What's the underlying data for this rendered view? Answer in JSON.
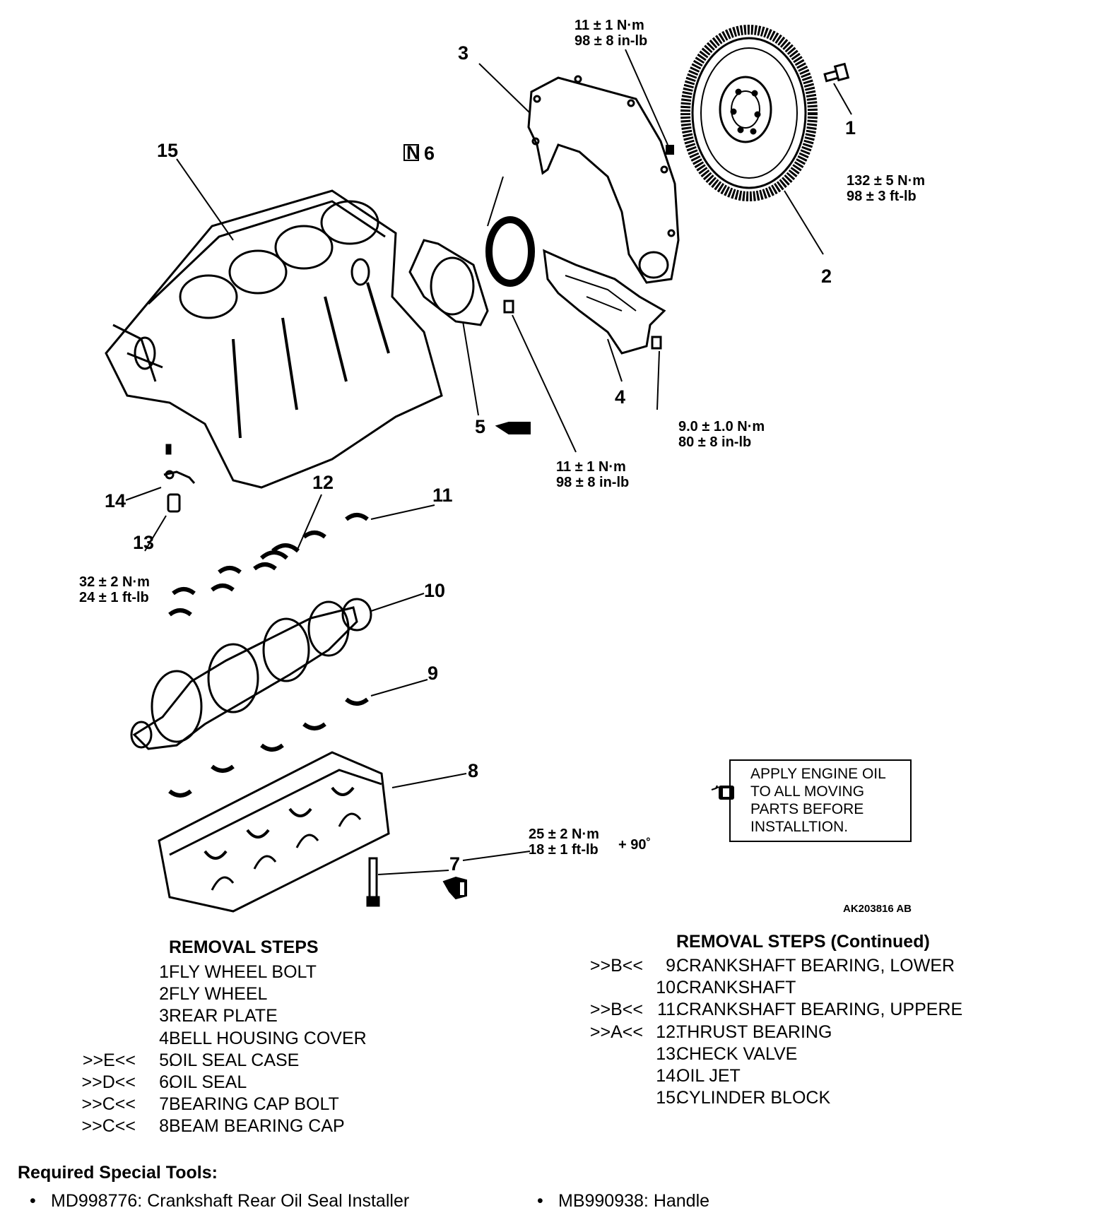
{
  "diagram": {
    "callouts": [
      "1",
      "2",
      "3",
      "4",
      "5",
      "6",
      "7",
      "8",
      "9",
      "10",
      "11",
      "12",
      "13",
      "14",
      "15"
    ],
    "new_part_marker": "N",
    "torque_specs": {
      "flywheel_bolt": [
        "132 ± 5 N·m",
        "98 ± 3 ft-lb"
      ],
      "rear_plate_bolt": [
        "11 ± 1 N·m",
        "98 ± 8 in-lb"
      ],
      "oil_seal_case_bolt": [
        "11 ± 1 N·m",
        "98 ± 8 in-lb"
      ],
      "bell_housing_bolt": [
        "9.0 ± 1.0 N·m",
        "80 ± 8 in-lb"
      ],
      "check_valve": [
        "32 ± 2 N·m",
        "24 ± 1 ft-lb"
      ],
      "bearing_cap_bolt": [
        "25 ± 2 N·m",
        "18 ± 1 ft-lb",
        "+ 90˚"
      ]
    },
    "note": [
      "APPLY ENGINE OIL",
      "TO ALL MOVING",
      "PARTS BEFORE",
      "INSTALLTION."
    ],
    "figure_ref": "AK203816 AB"
  },
  "removal_steps": {
    "title": "REMOVAL STEPS",
    "items": [
      {
        "mark": "",
        "num": "1.",
        "label": "FLY WHEEL BOLT"
      },
      {
        "mark": "",
        "num": "2.",
        "label": "FLY WHEEL"
      },
      {
        "mark": "",
        "num": "3.",
        "label": "REAR PLATE"
      },
      {
        "mark": "",
        "num": "4.",
        "label": "BELL HOUSING COVER"
      },
      {
        "mark": ">>E<<",
        "num": "5.",
        "label": "OIL SEAL CASE"
      },
      {
        "mark": ">>D<<",
        "num": "6.",
        "label": "OIL SEAL"
      },
      {
        "mark": ">>C<<",
        "num": "7.",
        "label": "BEARING CAP BOLT"
      },
      {
        "mark": ">>C<<",
        "num": "8.",
        "label": "BEAM BEARING CAP"
      }
    ]
  },
  "removal_steps_continued": {
    "title": "REMOVAL STEPS (Continued)",
    "items": [
      {
        "mark": ">>B<<",
        "num": "9.",
        "label": "CRANKSHAFT BEARING, LOWER"
      },
      {
        "mark": "",
        "num": "10.",
        "label": "CRANKSHAFT"
      },
      {
        "mark": ">>B<<",
        "num": "11.",
        "label": "CRANKSHAFT BEARING, UPPERE"
      },
      {
        "mark": ">>A<<",
        "num": "12.",
        "label": "THRUST BEARING"
      },
      {
        "mark": "",
        "num": "13.",
        "label": "CHECK VALVE"
      },
      {
        "mark": "",
        "num": "14.",
        "label": "OIL JET"
      },
      {
        "mark": "",
        "num": "15.",
        "label": "CYLINDER BLOCK"
      }
    ]
  },
  "special_tools": {
    "title": "Required Special Tools:",
    "items": [
      "MD998776: Crankshaft Rear Oil Seal Installer",
      "MB990938: Handle"
    ]
  }
}
